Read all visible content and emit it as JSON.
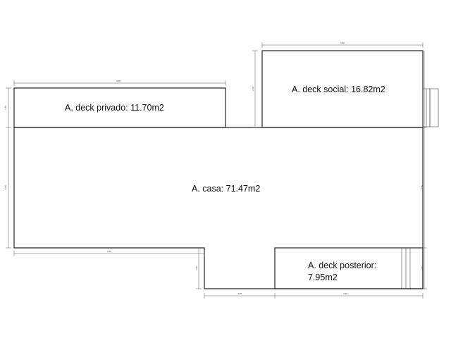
{
  "areas": {
    "deck_privado": "A. deck privado: 11.70m2",
    "deck_social": "A. deck social: 16.82m2",
    "casa": "A. casa: 71.47m2",
    "deck_posterior_line1": "A. deck posterior:",
    "deck_posterior_line2": "7.95m2"
  },
  "dimensions": {
    "top_privado": "9.45",
    "top_social": "5.40",
    "left_privado": "1.65",
    "left_casa": "5.50",
    "right_social": "2.15",
    "right_casa": "5.50",
    "bottom_left": "9.65",
    "bottom_step": "1.00",
    "bottom_mid": "3.65",
    "bottom_right": "3.30",
    "right_posterior": "1.00"
  }
}
